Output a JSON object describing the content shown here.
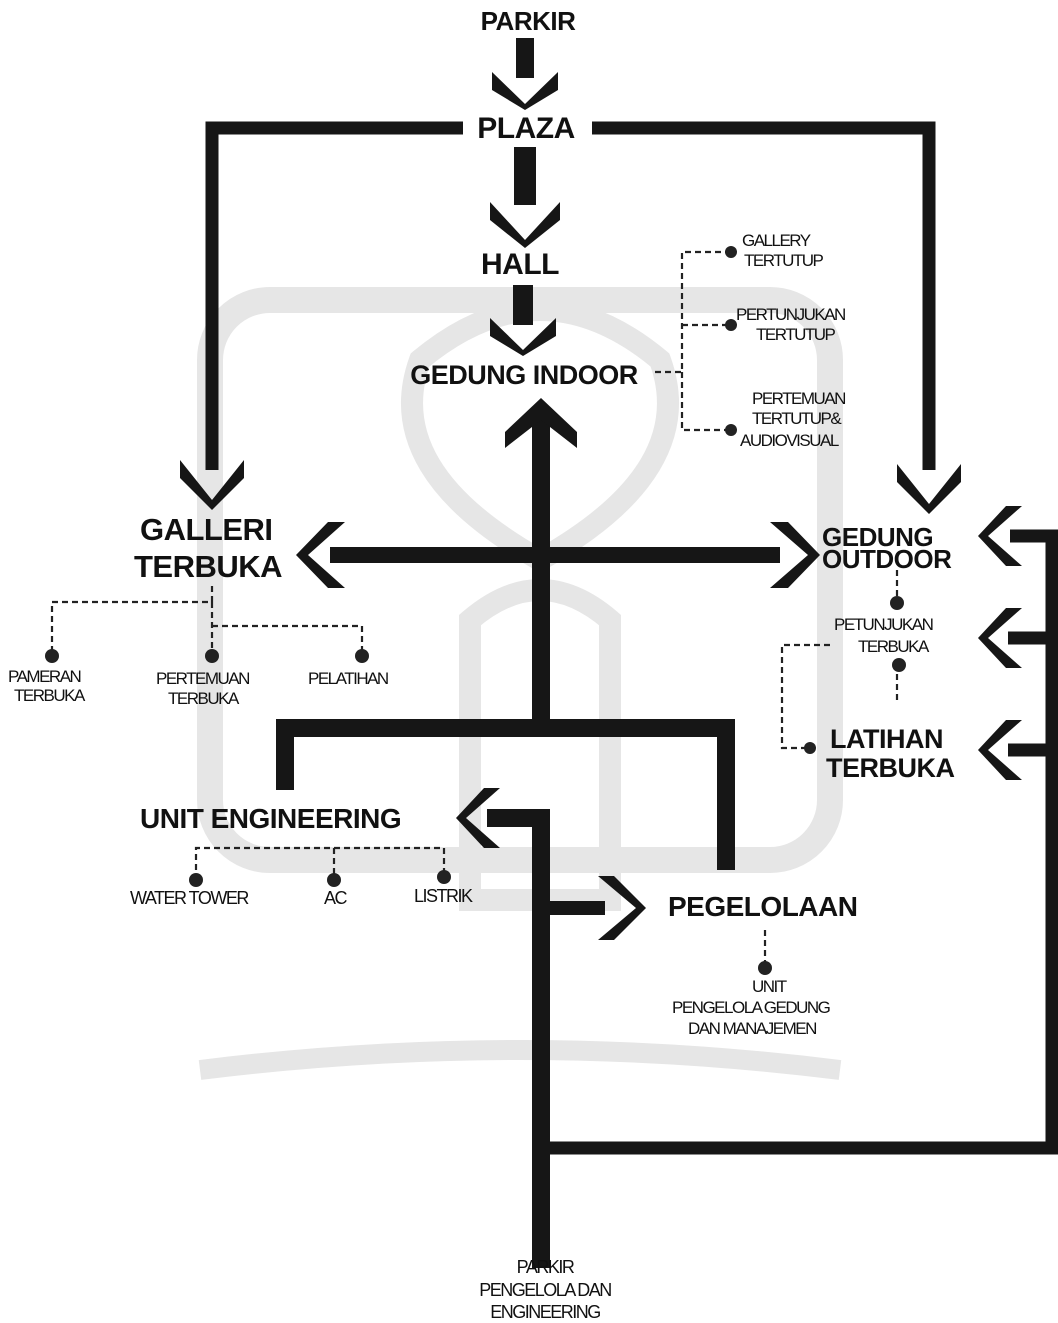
{
  "nodes": {
    "parkir": "PARKIR",
    "plaza": "PLAZA",
    "hall": "HALL",
    "gedung_indoor": "GEDUNG INDOOR",
    "galleri_terbuka": [
      "GALLERI",
      "TERBUKA"
    ],
    "gedung_outdoor": [
      "GEDUNG",
      "OUTDOOR"
    ],
    "latihan_terbuka": [
      "LATIHAN",
      "TERBUKA"
    ],
    "unit_engineering": "UNIT ENGINEERING",
    "pegelolaan": "PEGELOLAAN",
    "parkir_pengelola": [
      "PARKIR",
      "PENGELOLA DAN",
      "ENGINEERING"
    ]
  },
  "sub_nodes": {
    "gallery_tertutup": [
      "GALLERY",
      "TERTUTUP"
    ],
    "pertunjukan_tertutup": [
      "PERTUNJUKAN",
      "TERTUTUP"
    ],
    "pertemuan_tertutup": [
      "PERTEMUAN",
      "TERTUTUP&",
      "AUDIOVISUAL"
    ],
    "pameran_terbuka": [
      "PAMERAN",
      "TERBUKA"
    ],
    "pertemuan_terbuka": [
      "PERTEMUAN",
      "TERBUKA"
    ],
    "pelatihan": "PELATIHAN",
    "pertunjukan_terbuka": [
      "PETUNJUKAN",
      "TERBUKA"
    ],
    "water_tower": "WATER TOWER",
    "ac": "AC",
    "listrik": "LISTRIK",
    "unit_pengelola": [
      "UNIT",
      "PENGELOLA GEDUNG",
      "DAN MANAJEMEN"
    ]
  },
  "colors": {
    "ink": "#161616",
    "watermark": "#e6e6e6",
    "background": "#ffffff"
  }
}
